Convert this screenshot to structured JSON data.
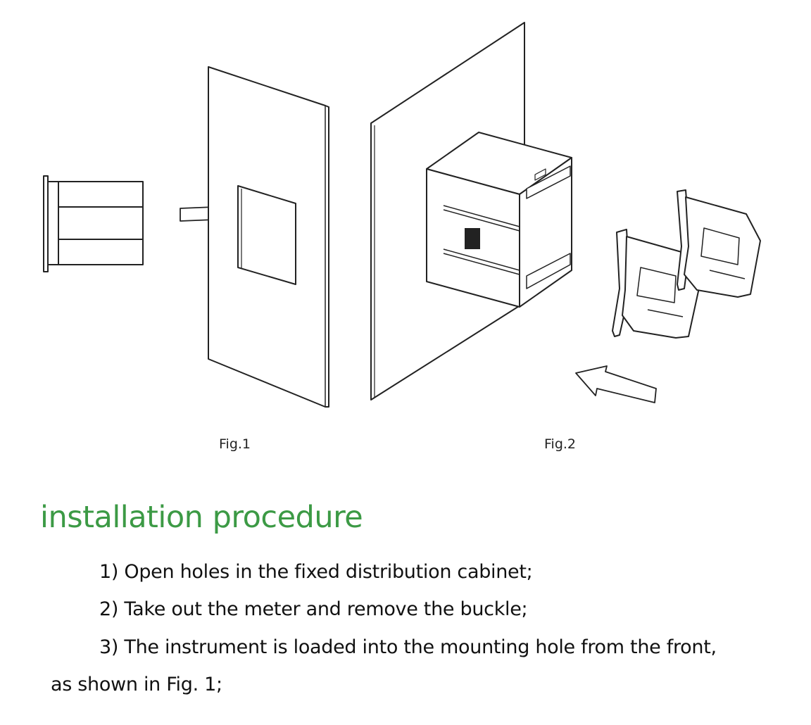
{
  "figures": {
    "fig1_caption": "Fig.1",
    "fig2_caption": "Fig.2"
  },
  "section": {
    "heading": "installation procedure",
    "heading_color": "#3c9a45",
    "steps": [
      "1) Open holes in the fixed distribution cabinet;",
      "2) Take out the meter and remove the buckle;",
      "3) The instrument is loaded into the mounting hole from the front,",
      "as shown in Fig. 1;"
    ]
  }
}
